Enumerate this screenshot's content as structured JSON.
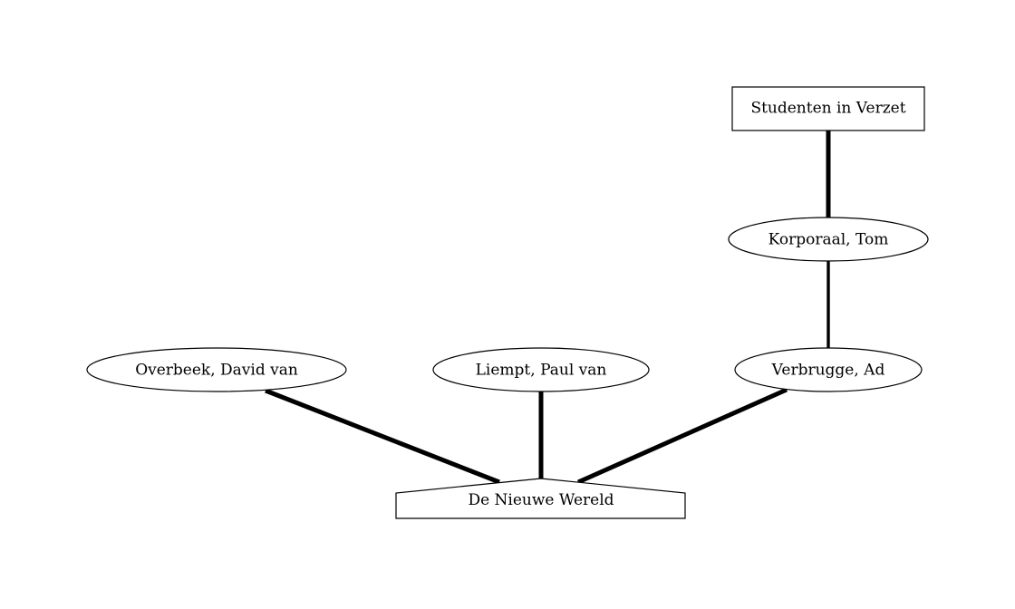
{
  "diagram": {
    "nodes": [
      {
        "id": "studenten",
        "label": "Studenten in Verzet",
        "shape": "box"
      },
      {
        "id": "korporaal",
        "label": "Korporaal, Tom",
        "shape": "ellipse"
      },
      {
        "id": "overbeek",
        "label": "Overbeek, David van",
        "shape": "ellipse"
      },
      {
        "id": "liempt",
        "label": "Liempt, Paul van",
        "shape": "ellipse"
      },
      {
        "id": "verbrugge",
        "label": "Verbrugge, Ad",
        "shape": "ellipse"
      },
      {
        "id": "nieuwe_wereld",
        "label": "De Nieuwe Wereld",
        "shape": "house"
      }
    ],
    "edges": [
      {
        "from": "studenten",
        "to": "korporaal",
        "weight": "heavy"
      },
      {
        "from": "korporaal",
        "to": "verbrugge",
        "weight": "medium"
      },
      {
        "from": "overbeek",
        "to": "nieuwe_wereld",
        "weight": "heavy"
      },
      {
        "from": "liempt",
        "to": "nieuwe_wereld",
        "weight": "heavy"
      },
      {
        "from": "verbrugge",
        "to": "nieuwe_wereld",
        "weight": "heavy"
      }
    ],
    "colors": {
      "stroke": "#000000",
      "fill": "#ffffff",
      "background": "#ffffff"
    }
  }
}
